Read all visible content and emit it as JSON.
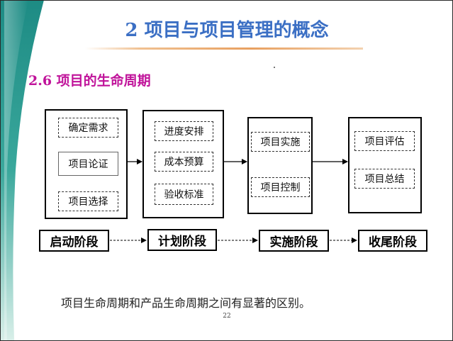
{
  "title": "2 项目与项目管理的概念",
  "subtitle": "2.6 项目的生命周期",
  "phases": [
    {
      "stage": "启动阶段",
      "items": [
        "确定需求",
        "项目论证",
        "项目选择"
      ]
    },
    {
      "stage": "计划阶段",
      "items": [
        "进度安排",
        "成本预算",
        "验收标准"
      ]
    },
    {
      "stage": "实施阶段",
      "items": [
        "项目实施",
        "项目控制"
      ]
    },
    {
      "stage": "收尾阶段",
      "items": [
        "项目评估",
        "项目总结"
      ]
    }
  ],
  "note": "项目生命周期和产品生命周期之间有显著的区别。",
  "page_number": "22",
  "colors": {
    "title": "#3b6fc4",
    "subtitle": "#c0139a",
    "accent_bar": "#2e9a8a"
  }
}
